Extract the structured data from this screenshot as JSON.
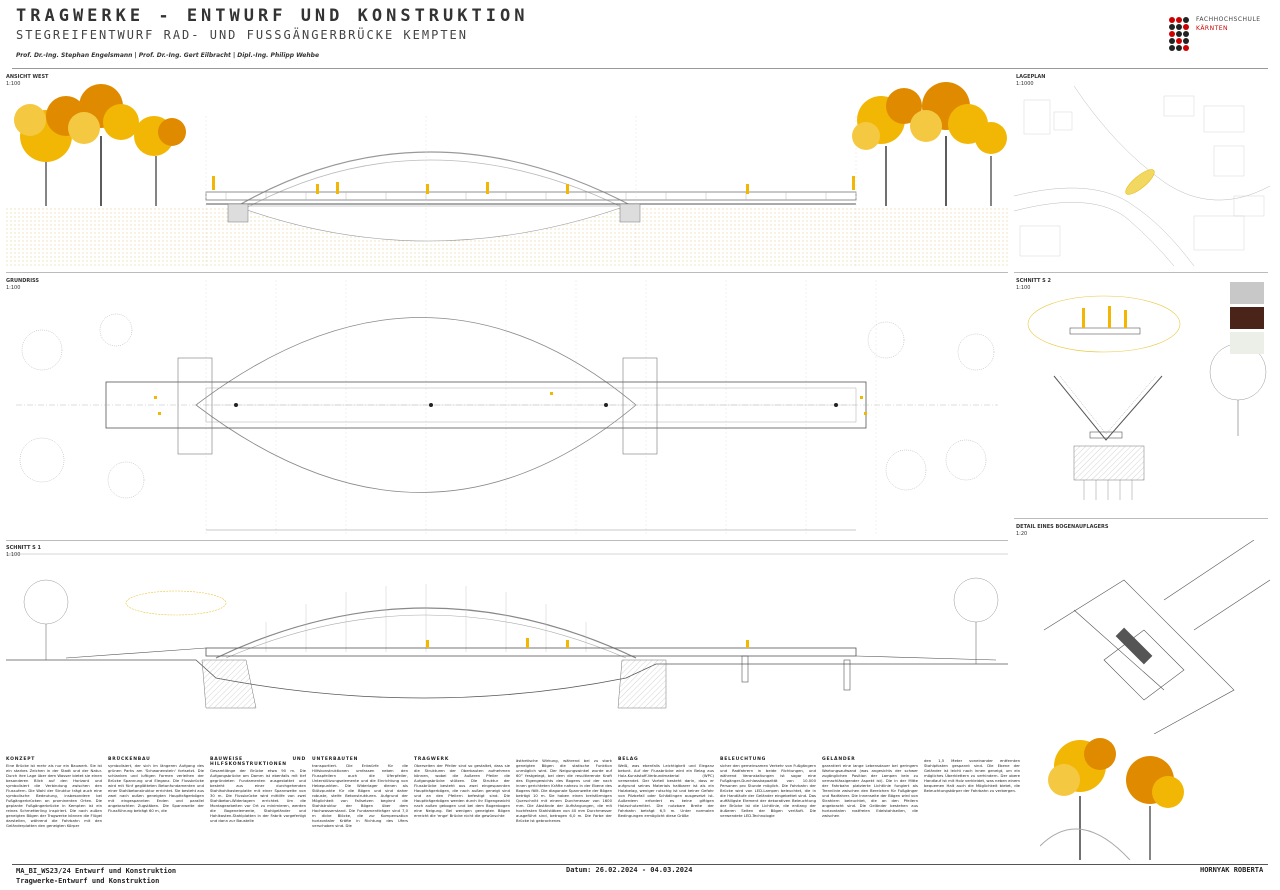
{
  "header": {
    "title": "TRAGWERKE - ENTWURF UND KONSTRUKTION",
    "subtitle": "STEGREIFENTWURF RAD- UND FUSSGÄNGERBRÜCKE KEMPTEN",
    "authors": "Prof. Dr.-Ing. Stephan Engelsmann | Prof. Dr.-Ing. Gert Eilbracht | Dipl.-Ing. Philipp Wehbe",
    "logo_line1": "FACHHOCHSCHULE",
    "logo_line2": "KÄRNTEN"
  },
  "sections": {
    "ansicht_west": {
      "label": "ANSICHT WEST",
      "scale": "1:100"
    },
    "grundriss": {
      "label": "GRUNDRISS",
      "scale": "1:100"
    },
    "schnitt_s1": {
      "label": "SCHNITT S 1",
      "scale": "1:100"
    },
    "lageplan": {
      "label": "LAGEPLAN",
      "scale": "1:1000"
    },
    "schnitt_s2": {
      "label": "SCHNITT S 2",
      "scale": "1:100"
    },
    "detail": {
      "label": "DETAIL EINES BOGENAUFLAGERS",
      "scale": "1:20"
    }
  },
  "colors": {
    "tree_yellow": "#f2b705",
    "tree_orange": "#e08a00",
    "line": "#555555",
    "hatch": "#999999",
    "ground": "#f5e9b8",
    "swatch_grey": "#c8c8c8",
    "swatch_wood": "#4a2418",
    "swatch_light": "#ecefe8"
  },
  "text_columns": [
    {
      "heading": "KONZEPT",
      "body": "Eine Brücke ist mehr als nur ein Bauwerk. Sie ist ein starkes Zeichen in der Stadt und der Natur. Durch ihre Lage über dem Wasser bietet sie einen besonderen Blick auf den Horizont und symbolisiert die Verbindung zwischen den Flussufern. Die Wahl der Struktur trägt auch eine symbolische Bedeutung, insbesondere bei Fußgängerbrücken an prominenten Orten. Die geplante Fußgängerbrücke in Kempten ist ein reines Schmetterling inspiriert. Die nach außen geneigten Bögen der Tragwerke können die Flügel darstellen, während die Fahrbahn mit den Geländerplatten den geneigten Körper"
    },
    {
      "heading": "BRÜCKENBAU",
      "body": "symbolisiert, der sich im längeren Aufgang des grünen Parks am 'Schwanenstein' fortsetzt. Die schlanken und luftigen Formen verleihen der Brücke Spannung und Eleganz. Die Flussbrücke wird mit fünf geglätteten Betonfundamenten und einer Stahlbetonstruktur errichtet. Sie besteht aus zwei nach außen geneigten Hauptträgerbögen mit eingespannten Enden und parallel angebrachten Zugstäben. Die Spannweite der Flussführung beträgt 60 m, die"
    },
    {
      "heading": "BAUWEISE UND HILFSKONSTRUKTIONEN",
      "body": "Gesamtlänge der Brücke etwa 90 m. Die Aufgangsbrücke am Damm ist ebenfalls mit tief gegründeten Fundamenten ausgestattet und besteht aus einer durchgehenden Stahlhohlkastenplatte mit einer Spannweite von 30 m. Die Flussbrücke wird mittilfe von zwei Stahlbeton-Widerlagern errichtet. Um die Montagearbeiten vor Ort zu minimieren, werden die Bogenelemente, Stahlgeländer und Hohlkasten-Stahlplatten in der Fabrik vorgefertigt und dann zur Baustelle"
    },
    {
      "heading": "UNTERBAUTEN",
      "body": "transportiert. Die Entwürfe für die Hilfskonstruktionen umfassen neben den Flusspfeilern auch die Uferpfeiler, Unterstützungselemente und die Einrichtung von Hebepunkten. Die Widerlager dienen als Stützpunkte für die Bögen und sind daher robuste, steife Betonstrukturen. Aufgrund der Möglichkeit von Fallsetzen beginnt die Stahlstruktur der Bögen über dem Hochwasserstand. Die Fundamentträger sind 7,0 m dicke Blöcke, die zur Kompensation horizontaler Kräfte in Richtung des Ufers verschoben sind. Die"
    },
    {
      "heading": "TRAGWERK",
      "body": "Oberseiten der Pfeiler sind so gestaltet, dass sie die Strukturen der Oberbauten aufnehmen können, wobei die äußeren Pfeiler die Aufgangsbrücke stützen. Die Struktur der Flussbrücke besteht aus zwei eingespannten Hauptträgerbögen, die nach außen geneigt sind und an den Pfeilern befestigt sind. Die Hauptträgerbögen werden durch ihr Eigengewicht nach außen gebogen und bei dem Bogenbogen eine Neigung. Bei wenigen geneigten Bögen erreicht die 'enge' Brücke nicht die gewünschte"
    },
    {
      "heading": "",
      "body": "ästhetische Wirkung, während bei zu stark geneigten Bögen die statische Funktion unmöglich wird. Der Neigungswinkel wurde auf 60° festgelegt, bei dem die resultierende Kraft des Eigengewichts des Bogens und der nach innen gerichteten Kräfte nahezu in der Ebene des Bogens fällt. Die diagonale Spannweite der Bögen beträgt 10 m. Sie haben einen kreisförmigen Querschnitt mit einem Durchmesser von 1600 mm. Die Abstände der Aufhängungen, die mit hochfesten Stahlstäben von 40 mm Durchmesser ausgeführt sind, betragen 6,0 m. Die Farbe der Brücke ist gebrochenes"
    },
    {
      "heading": "BELAG",
      "body": "Weiß, was ebenfalls Leichtigkeit und Eleganz betont. Auf der Flussbrücke wird ein Belag aus Holz-Kunststoff-Verbundmaterial (WPC) verwendet. Der Vorteil besteht darin, dass er aufgrund seines Materials haltbarer ist als ein Holzbelag, weniger rutschig ist und keiner Gefahr von Pilzbefall oder Schädlingen ausgesetzt ist. Außerdem erfordert es keine giftigen Holzschutzmittel. Die nutzbare Breite der Fahrbahn beträgt 6,5 m. Unter normalen Bedingungen ermöglicht diese Größe"
    },
    {
      "heading": "BELEUCHTUNG",
      "body": "sicher den gemeinsamen Verkehr von Fußgängern und Radfahrern in beide Richtungen, und während Veranstaltungen ist sogar eine Fußgänger-Durchlasskapazität von 10.000 Personen pro Stunde möglich. Die Fahrbahn der Brücke wird von LED-Lampen beleuchtet, die in die Handläufe der Geländer eingebettet sind. Das auffälligste Element der dekorativen Beleuchtung der Brücke ist die Lichtlinie, die entlang der äußeren Seiten der Bögen verläuft. Die verwendete LED-Technologie"
    },
    {
      "heading": "GELÄNDER",
      "body": "garantiert eine lange Lebensdauer bei geringem Wartungsaufwand (was angesichts der schwer zugänglichen Position der Lampen kein zu vernachlässigender Aspekt ist). Die in der Mitte der Fahrbahn platzierte Lichtlinie fungiert als Trennlinie zwischen den Bereichen für Fußgänger und Radfahrer. Die Innenseite der Bögen wird von Strahlern beleuchtet, die an den Pfeilern angebracht sind. Die Geländer bestehen aus horizontalen rostfreien Edelstahlseilen, die zwischen"
    },
    {
      "heading": "",
      "body": "den 1,5 Meter voneinander entfernten Stahlpfosten gespannt sind. Die Ebene der Geländer ist leicht nach innen geneigt, um ein mögliches Überklettern zu verhindern. Der obere Handlauf ist mit Holz verkleidet, was neben einem bequemen Halt auch die Möglichkeit bietet, die Beleuchtungskörper der Fahrbahn zu verbergen."
    }
  ],
  "footer": {
    "course_code": "MA_BI_WS23/24 Entwurf und Konstruktion",
    "course_name": "Tragwerke-Entwurf und Konstruktion",
    "date": "Datum: 26.02.2024 - 04.03.2024",
    "author": "HORNYAK ROBERTA"
  }
}
